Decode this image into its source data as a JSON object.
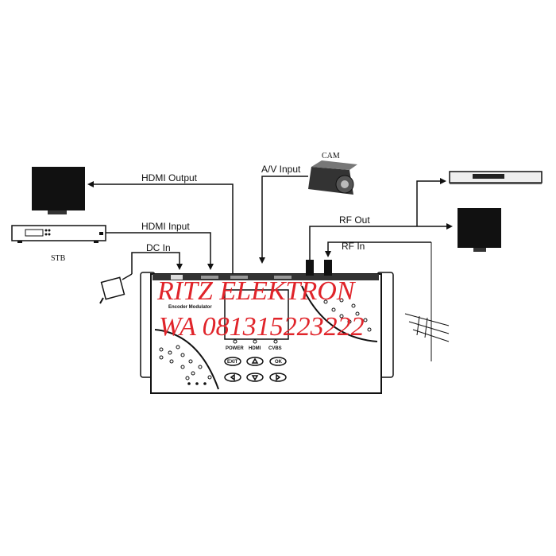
{
  "labels": {
    "hdmi_output": "HDMI Output",
    "hdmi_input": "HDMI Input",
    "dc_in": "DC In",
    "av_input": "A/V Input",
    "cam": "CAM",
    "rf_out": "RF Out",
    "rf_in": "RF In",
    "stb": "STB"
  },
  "device": {
    "name": "Encoder Modulator",
    "leds": [
      "POWER",
      "HDMI",
      "CVBS"
    ],
    "buttons": [
      "EXIT",
      "up",
      "OK",
      "left",
      "down",
      "right"
    ],
    "button_labels": {
      "exit": "EXIT",
      "ok": "OK"
    }
  },
  "watermark": {
    "line1": "RITZ ELEKTRON",
    "line2": "WA 081315223222",
    "color": "#e0242a"
  }
}
